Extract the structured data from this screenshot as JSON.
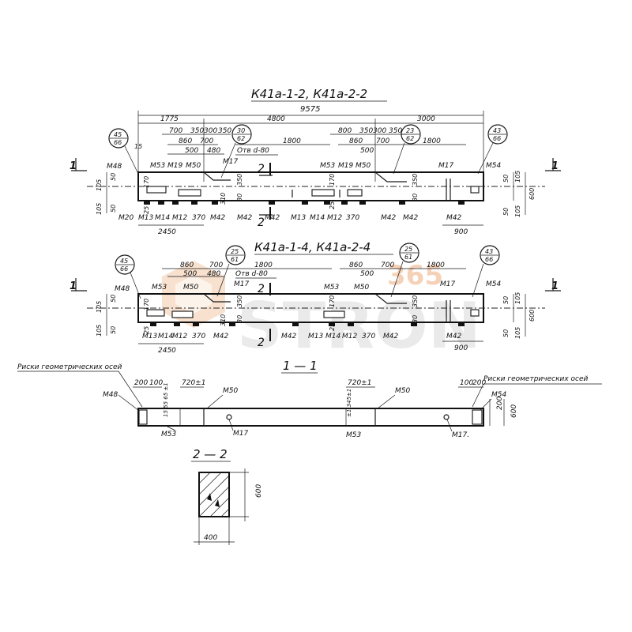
{
  "titles": {
    "top": "К41а-1-2, К41а-2-2",
    "middle": "К41а-1-4, К41а-2-4",
    "section11": "1 — 1",
    "section22": "2 — 2"
  },
  "top": {
    "overall": "9575",
    "d1775": "1775",
    "d4800": "4800",
    "d3000": "3000",
    "d700": "700",
    "d350": "350",
    "d300": "300",
    "d350b": "350",
    "d860": "860",
    "d700b": "700",
    "d500": "500",
    "d480": "480",
    "otv": "Отв d-80",
    "d1800": "1800",
    "d800": "800",
    "d350c": "350",
    "d300c": "300",
    "d350d": "350",
    "d860b": "860",
    "d700c": "700",
    "d500b": "500",
    "d1800b": "1800",
    "d2450": "2450",
    "d900": "900",
    "h600": "600",
    "h105": "105",
    "h50": "50",
    "h170": "170",
    "h25": "25",
    "h350": "350",
    "h310": "310",
    "h30": "30",
    "h15": "15",
    "d370": "370",
    "callout1_top": "45",
    "callout1_bot": "66",
    "callout2_top": "30",
    "callout2_bot": "62",
    "callout3_top": "23",
    "callout3_bot": "62",
    "callout4_top": "43",
    "callout4_bot": "66"
  },
  "middle": {
    "d860": "860",
    "d700": "700",
    "d500": "500",
    "d480": "480",
    "otv": "Отв d-80",
    "d1800": "1800",
    "d860b": "860",
    "d700b": "700",
    "d500b": "500",
    "d1800b": "1800",
    "d2450": "2450",
    "d900": "900",
    "h600": "600",
    "h105": "105",
    "h50": "50",
    "h170": "170",
    "h25": "25",
    "h350": "350",
    "h310": "310",
    "h30": "30",
    "d370": "370",
    "callout1_top": "45",
    "callout1_bot": "66",
    "callout2_top": "25",
    "callout2_bot": "61",
    "callout3_top": "25",
    "callout3_bot": "61",
    "callout4_top": "43",
    "callout4_bot": "66"
  },
  "marks": {
    "m48": "М48",
    "m53": "М53",
    "m19": "М19",
    "m50": "М50",
    "m17": "М17",
    "m20": "М20",
    "m13": "М13",
    "m14": "М14",
    "m12": "М12",
    "m42": "М42",
    "m54": "М54",
    "m17dot": "М17."
  },
  "cut": {
    "one": "1",
    "two": "2"
  },
  "sec11": {
    "left_note": "Риски геометрических осей",
    "right_note": "Риски геометрических осей",
    "d200": "200",
    "d100": "100",
    "d720": "720±1",
    "d720b": "720±1",
    "d100b": "100",
    "d200b": "200",
    "h200": "200",
    "h600": "600",
    "v1": "15 55 65 ±1",
    "v2": "±1 345±1"
  },
  "sec22": {
    "width": "400",
    "height": "600"
  },
  "watermark": {
    "brand": "STRON",
    "num": "365"
  },
  "colors": {
    "ink": "#111111",
    "accent": "#e98a3f"
  }
}
